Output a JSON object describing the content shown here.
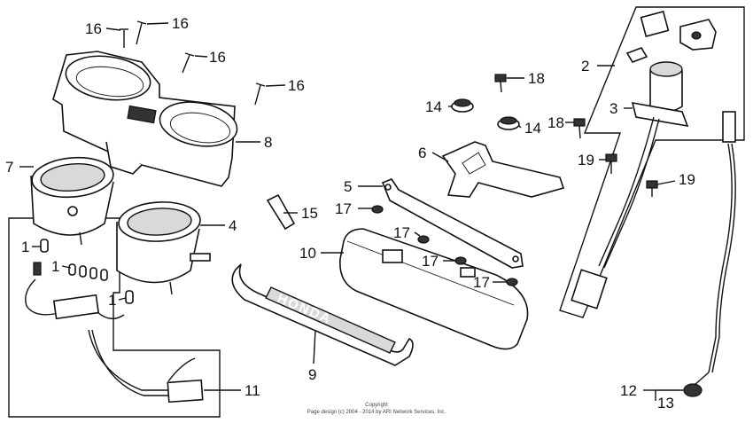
{
  "callouts": {
    "c1a": "1",
    "c1b": "1",
    "c1c": "1",
    "c2": "2",
    "c3": "3",
    "c4": "4",
    "c5": "5",
    "c6": "6",
    "c7": "7",
    "c8": "8",
    "c9": "9",
    "c10": "10",
    "c11": "11",
    "c12": "12",
    "c13": "13",
    "c14a": "14",
    "c14b": "14",
    "c15": "15",
    "c16a": "16",
    "c16b": "16",
    "c16c": "16",
    "c16d": "16",
    "c17a": "17",
    "c17b": "17",
    "c17c": "17",
    "c17d": "17",
    "c18a": "18",
    "c18b": "18",
    "c19a": "19",
    "c19b": "19"
  },
  "garnish_logo": "HONDA",
  "copyright": {
    "line1": "Copyright",
    "line2": "Page design (c) 2004 - 2014 by ARI Network Services, Inc."
  }
}
